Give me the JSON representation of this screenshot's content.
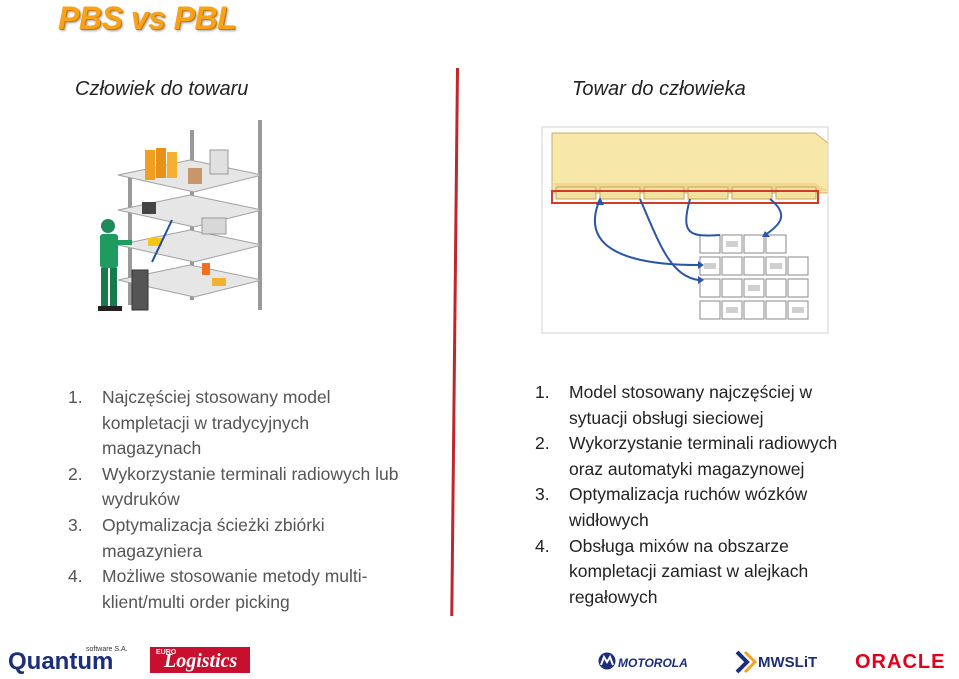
{
  "slide": {
    "title": "PBS vs PBL",
    "left": {
      "subtitle": "Człowiek do towaru",
      "items": [
        {
          "num": "1.",
          "text": "Najczęściej stosowany model kompletacji w tradycyjnych magazynach"
        },
        {
          "num": "2.",
          "text": "Wykorzystanie terminali radiowych lub wydruków"
        },
        {
          "num": "3.",
          "text": "Optymalizacja ścieżki zbiórki magazyniera"
        },
        {
          "num": "4.",
          "text": "Możliwe stosowanie metody multi-klient/multi order picking"
        }
      ]
    },
    "right": {
      "subtitle": "Towar do człowieka",
      "items": [
        {
          "num": "1.",
          "text": "Model stosowany najczęściej w sytuacji obsługi sieciowej"
        },
        {
          "num": "2.",
          "text": "Wykorzystanie terminali radiowych oraz automatyki magazynowej"
        },
        {
          "num": "3.",
          "text": "Optymalizacja ruchów wózków widłowych"
        },
        {
          "num": "4.",
          "text": "Obsługa mixów na obszarze kompletacji zamiast w alejkach regałowych"
        }
      ]
    }
  },
  "footer": {
    "logos": {
      "quantum": "Quantum",
      "quantum_sub": "software S.A.",
      "euro": "EURO",
      "logistics": "Logistics",
      "motorola": "MOTOROLA",
      "mwslit": "MWSLiT",
      "oracle": "ORACLE"
    }
  },
  "colors": {
    "title": "#f7a218",
    "divider": "#c0262b",
    "arrows": "#2a56a8",
    "rack_border": "#d23a2a",
    "shelf_fill": "#f7e7a8"
  }
}
